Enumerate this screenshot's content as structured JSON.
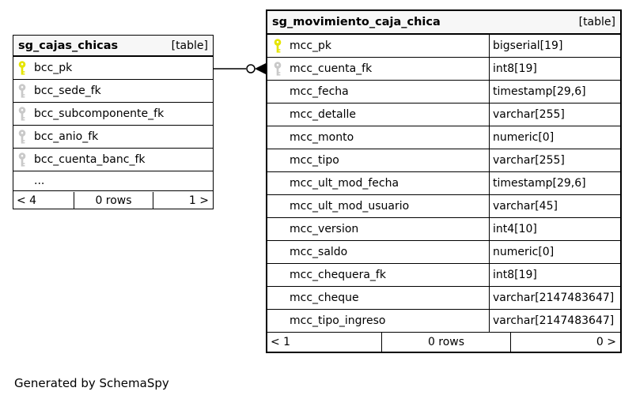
{
  "colors": {
    "pk_key": "#e5e500",
    "fk_key": "#c9c9c9",
    "header_bg": "#f7f7f7",
    "border": "#000000"
  },
  "footer_note": "Generated by SchemaSpy",
  "left_table": {
    "name": "sg_cajas_chicas",
    "badge": "[table]",
    "rows": [
      {
        "name": "bcc_pk",
        "icon": "primary-key"
      },
      {
        "name": "bcc_sede_fk",
        "icon": "foreign-key"
      },
      {
        "name": "bcc_subcomponente_fk",
        "icon": "foreign-key"
      },
      {
        "name": "bcc_anio_fk",
        "icon": "foreign-key"
      },
      {
        "name": "bcc_cuenta_banc_fk",
        "icon": "foreign-key"
      },
      {
        "name": "...",
        "icon": null
      }
    ],
    "footer": {
      "left": "< 4",
      "center": "0 rows",
      "right": "1 >"
    }
  },
  "right_table": {
    "name": "sg_movimiento_caja_chica",
    "badge": "[table]",
    "rows": [
      {
        "name": "mcc_pk",
        "type": "bigserial[19]",
        "icon": "primary-key"
      },
      {
        "name": "mcc_cuenta_fk",
        "type": "int8[19]",
        "icon": "foreign-key"
      },
      {
        "name": "mcc_fecha",
        "type": "timestamp[29,6]",
        "icon": null
      },
      {
        "name": "mcc_detalle",
        "type": "varchar[255]",
        "icon": null
      },
      {
        "name": "mcc_monto",
        "type": "numeric[0]",
        "icon": null
      },
      {
        "name": "mcc_tipo",
        "type": "varchar[255]",
        "icon": null
      },
      {
        "name": "mcc_ult_mod_fecha",
        "type": "timestamp[29,6]",
        "icon": null
      },
      {
        "name": "mcc_ult_mod_usuario",
        "type": "varchar[45]",
        "icon": null
      },
      {
        "name": "mcc_version",
        "type": "int4[10]",
        "icon": null
      },
      {
        "name": "mcc_saldo",
        "type": "numeric[0]",
        "icon": null
      },
      {
        "name": "mcc_chequera_fk",
        "type": "int8[19]",
        "icon": null
      },
      {
        "name": "mcc_cheque",
        "type": "varchar[2147483647]",
        "icon": null
      },
      {
        "name": "mcc_tipo_ingreso",
        "type": "varchar[2147483647]",
        "icon": null
      }
    ],
    "footer": {
      "left": "< 1",
      "center": "0 rows",
      "right": "0 >"
    }
  }
}
